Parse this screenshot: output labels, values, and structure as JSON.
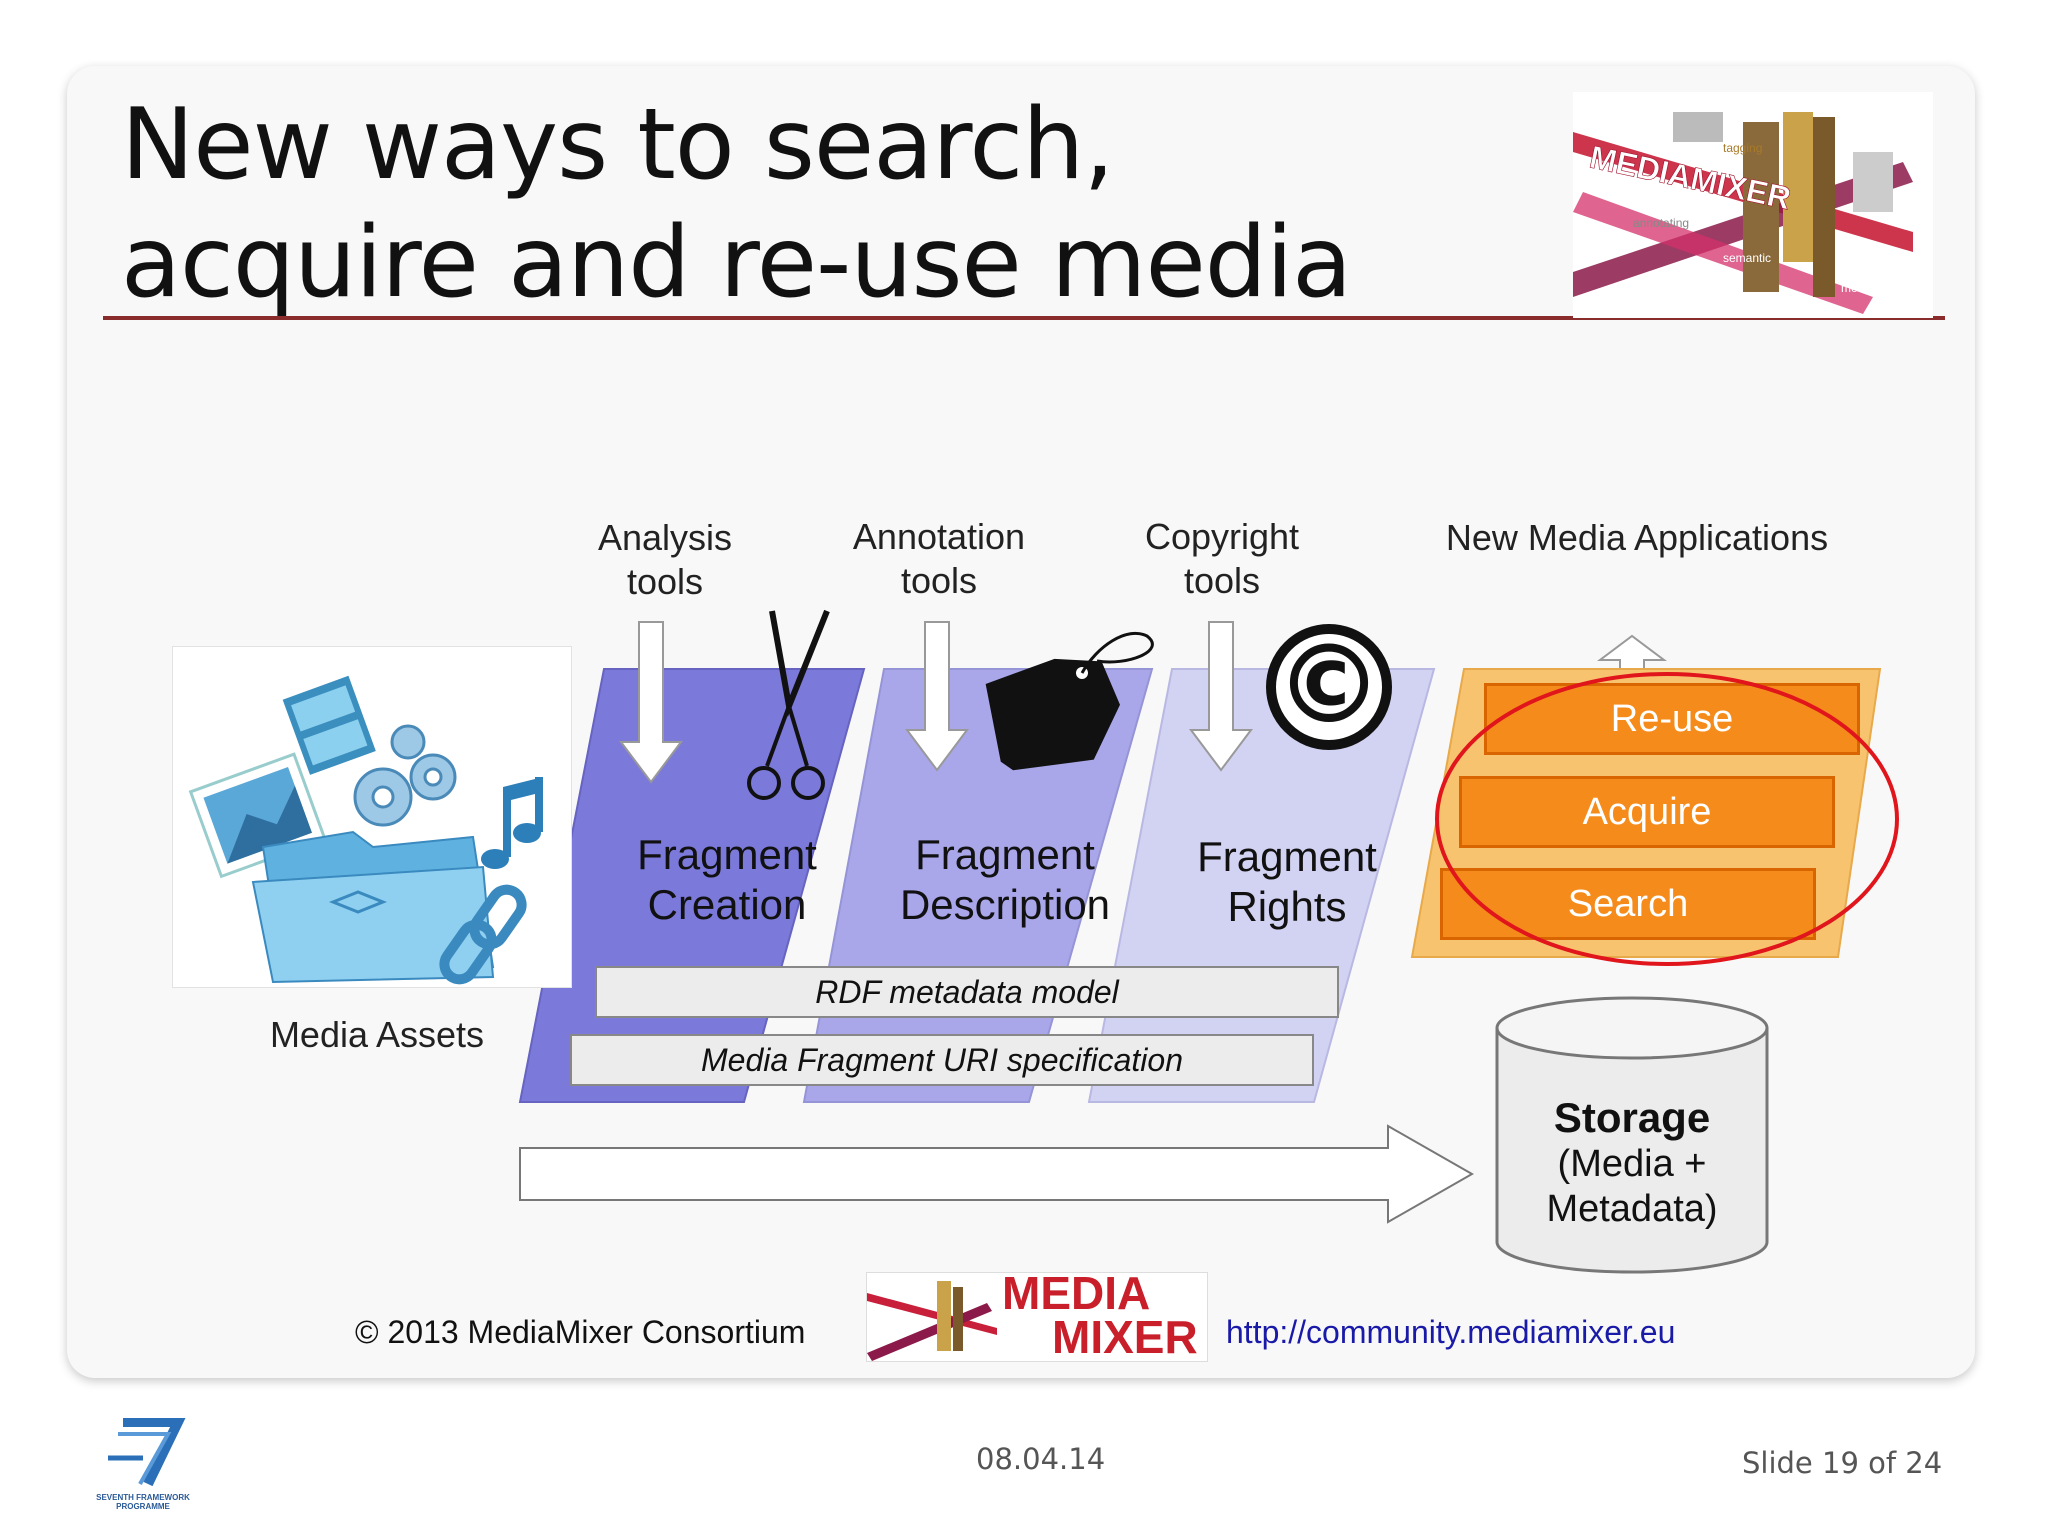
{
  "slide": {
    "title_line1": "New ways to search,",
    "title_line2": "acquire and re-use media"
  },
  "logo": {
    "word": "MEDIAMIXER",
    "tags": [
      "tagging",
      "annotating",
      "semantic",
      "media"
    ]
  },
  "diagram": {
    "tools": [
      {
        "line1": "Analysis",
        "line2": "tools"
      },
      {
        "line1": "Annotation",
        "line2": "tools"
      },
      {
        "line1": "Copyright",
        "line2": "tools"
      }
    ],
    "applications_label": "New Media Applications",
    "stages": [
      {
        "line1": "Fragment",
        "line2": "Creation"
      },
      {
        "line1": "Fragment",
        "line2": "Description"
      },
      {
        "line1": "Fragment",
        "line2": "Rights"
      }
    ],
    "media_assets_label": "Media Assets",
    "bars": [
      "RDF metadata  model",
      "Media Fragment  URI specification"
    ],
    "actions": [
      "Re-use",
      "Acquire",
      "Search"
    ],
    "storage": {
      "title": "Storage",
      "line2": "(Media +",
      "line3": "Metadata)"
    },
    "copyright_symbol": "©"
  },
  "footer": {
    "copyright": "© 2013 MediaMixer  Consortium",
    "logo_line1": "MEDIA",
    "logo_line2": "MIXER",
    "url": "http://community.mediamixer.eu",
    "date": "08.04.14",
    "slide_number": "Slide 19 of 24",
    "fp7_caption_line1": "SEVENTH FRAMEWORK",
    "fp7_caption_line2": "PROGRAMME"
  },
  "colors": {
    "title_rule": "#8b2c2c",
    "stage1": "#7b79d9",
    "stage2": "#a9a7ea",
    "stage3": "#d2d2f3",
    "orange": "#f58b1a",
    "highlight_ellipse": "#e0161c",
    "url": "#1a1aa8"
  }
}
